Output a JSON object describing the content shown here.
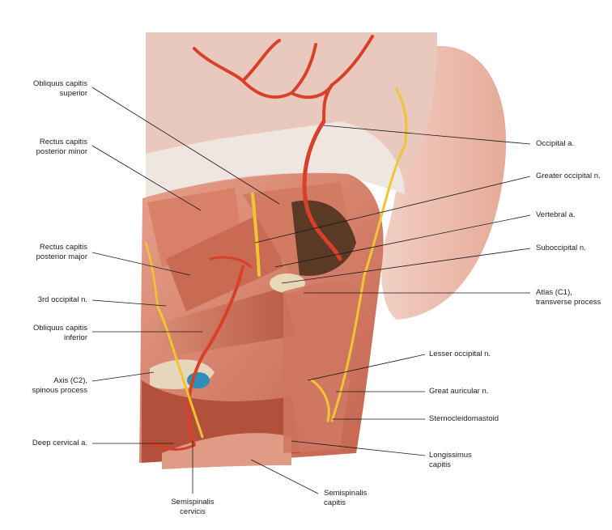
{
  "labels": {
    "obliquus_superior": "Obliquus capitis\nsuperior",
    "rectus_minor": "Rectus capitis\nposterior minor",
    "rectus_major": "Rectus capitis\nposterior major",
    "third_occipital": "3rd occipital n.",
    "obliquus_inferior": "Obliquus capitis\ninferior",
    "axis_c2": "Axis (C2),\nspinous process",
    "deep_cervical": "Deep cervical a.",
    "semispinalis_cervicis": "Semispinalis\ncervicis",
    "semispinalis_capitis": "Semispinalis\ncapitis",
    "occipital_a": "Occipital a.",
    "greater_occipital": "Greater occipital n.",
    "vertebral_a": "Vertebral a.",
    "suboccipital_n": "Suboccipital n.",
    "atlas_c1": "Atlas (C1),\ntransverse process",
    "lesser_occipital": "Lesser occipital n.",
    "great_auricular": "Great auricular n.",
    "sternocleidomastoid": "Sternocleidomastoid",
    "longissimus": "Longissimus\ncapitis"
  },
  "colors": {
    "muscle": "#d77a64",
    "muscle_light": "#e8a996",
    "fascia": "#efe4dc",
    "artery": "#d9402a",
    "nerve": "#f0c534",
    "skin": "#efc7bb",
    "bone": "#e9dcc2",
    "vein": "#2d8fb8",
    "dark": "#4a2a1c",
    "leader": "#1a1a1a"
  }
}
